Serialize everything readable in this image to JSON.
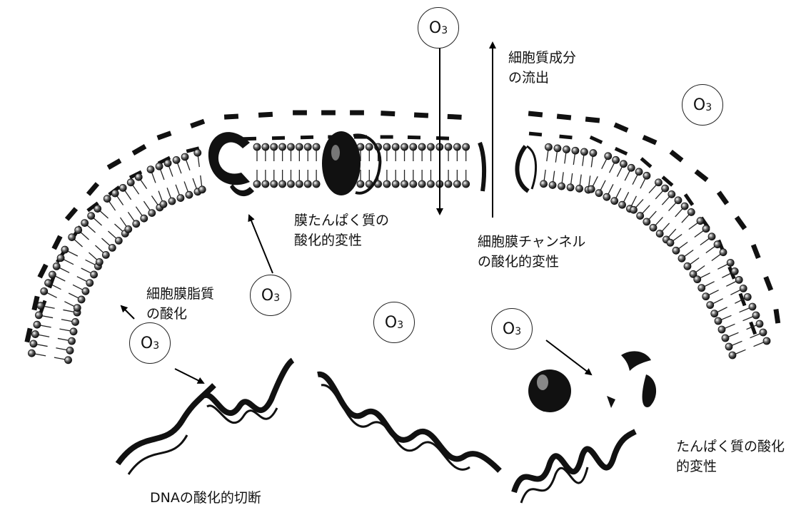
{
  "molecule": {
    "symbol": "O",
    "subscript": "3"
  },
  "labels": {
    "outflow": [
      "細胞質成分",
      "の流出"
    ],
    "membrane_protein": [
      "膜たんぱく質の",
      "酸化的変性"
    ],
    "channel": [
      "細胞膜チャンネル",
      "の酸化的変性"
    ],
    "lipid": [
      "細胞膜脂質",
      "の酸化"
    ],
    "protein": [
      "たんぱく質の酸化",
      "的変性"
    ],
    "dna": "DNAの酸化的切断"
  }
}
